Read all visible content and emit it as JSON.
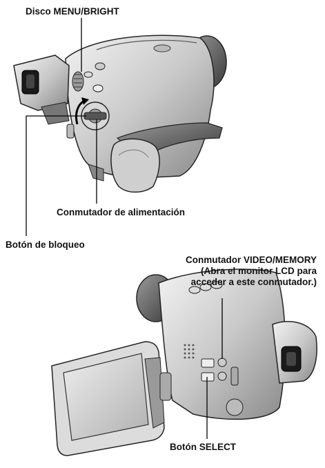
{
  "labels": {
    "menu_bright_dial": "Disco MENU/BRIGHT",
    "power_switch": "Conmutador de alimentación",
    "lock_button": "Botón de bloqueo",
    "video_memory_switch": [
      "Conmutador VIDEO/MEMORY",
      "(Abra el monitor LCD para",
      "acceder a este conmutador.)"
    ],
    "select_button": "Botón SELECT"
  }
}
